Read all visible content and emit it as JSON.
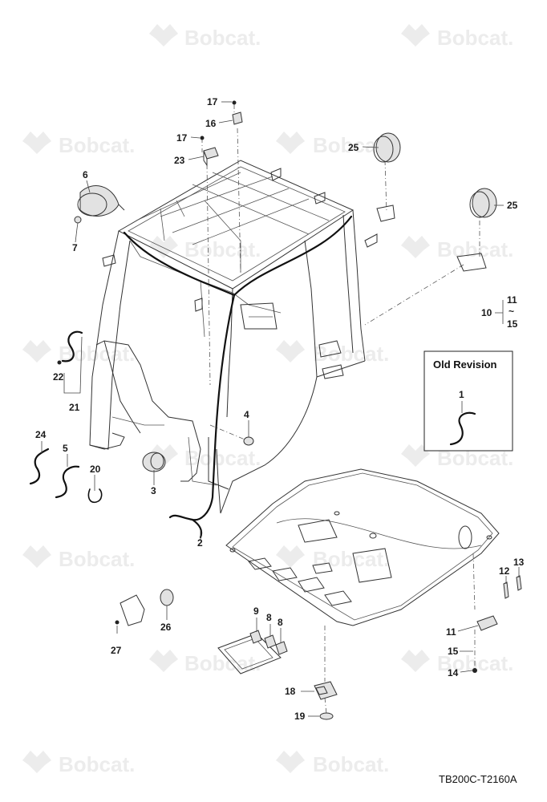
{
  "watermark": {
    "text": "Bobcat."
  },
  "drawing_number": "TB200C-T2160A",
  "old_revision": {
    "title": "Old Revision",
    "callout": "1"
  },
  "callouts": {
    "c17a": "17",
    "c16": "16",
    "c17b": "17",
    "c23": "23",
    "c6": "6",
    "c7": "7",
    "c25a": "25",
    "c25b": "25",
    "c11a": "11",
    "tilde": "~",
    "c10": "10",
    "c15a": "15",
    "c22": "22",
    "c21": "21",
    "c4": "4",
    "c24": "24",
    "c5": "5",
    "c20": "20",
    "c3": "3",
    "c2": "2",
    "c13": "13",
    "c12": "12",
    "c11b": "11",
    "c15b": "15",
    "c14": "14",
    "c9": "9",
    "c8a": "8",
    "c8b": "8",
    "c26": "26",
    "c27": "27",
    "c18": "18",
    "c19": "19"
  }
}
